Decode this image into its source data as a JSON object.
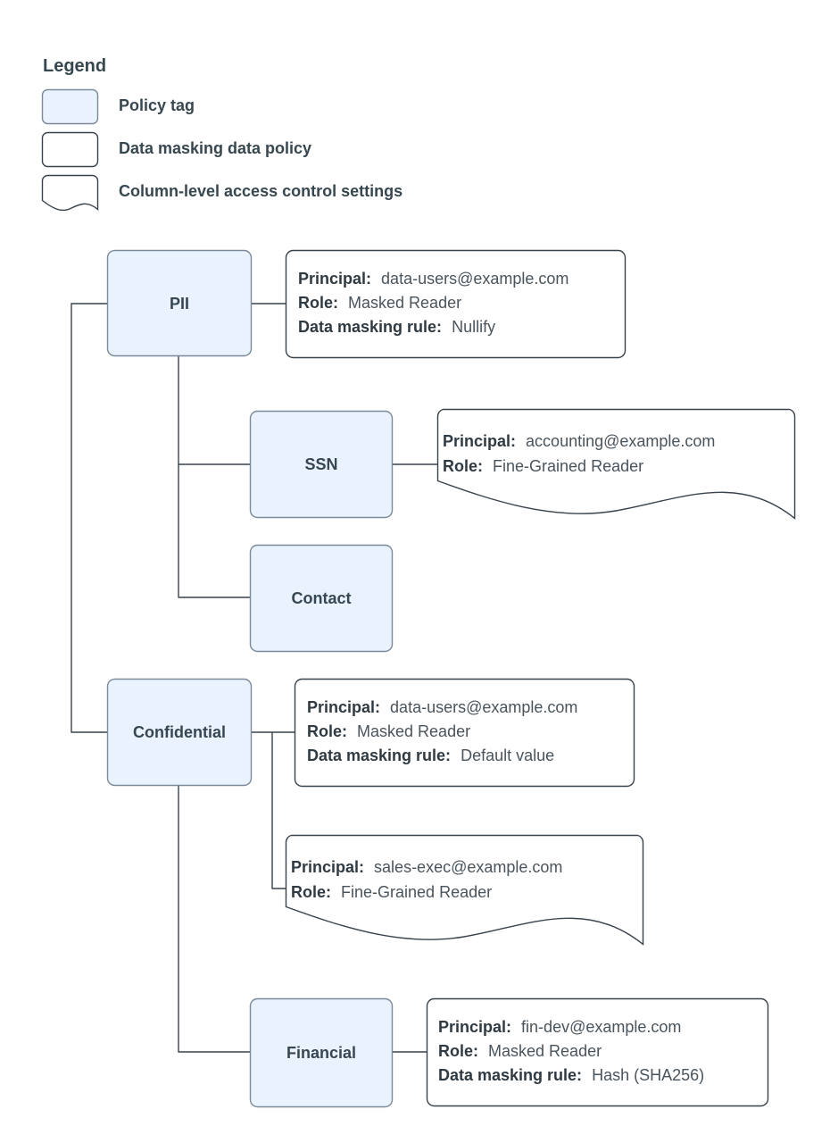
{
  "legend": {
    "title": "Legend",
    "items": [
      {
        "swatch": "policy-tag-swatch",
        "label": "Policy tag"
      },
      {
        "swatch": "data-masking-policy-swatch",
        "label": "Data masking data policy"
      },
      {
        "swatch": "column-level-access-swatch",
        "label": "Column-level access control settings"
      }
    ]
  },
  "labels": {
    "principal": "Principal:",
    "role": "Role:",
    "masking_rule": "Data masking rule:"
  },
  "colors": {
    "policy_tag_fill": "#e9f2fd",
    "policy_tag_stroke": "#7a8a99",
    "box_stroke": "#39424b",
    "text": "#37474f",
    "value_text": "#4a545c"
  },
  "nodes": [
    {
      "id": "pii",
      "label": "PII"
    },
    {
      "id": "ssn",
      "label": "SSN"
    },
    {
      "id": "contact",
      "label": "Contact"
    },
    {
      "id": "confidential",
      "label": "Confidential"
    },
    {
      "id": "financial",
      "label": "Financial"
    }
  ],
  "details": [
    {
      "id": "pii-masking-policy",
      "attached_to": "PII",
      "shape": "rounded-rect",
      "principal": "data-users@example.com",
      "role": "Masked Reader",
      "masking_rule": "Nullify"
    },
    {
      "id": "ssn-access-settings",
      "attached_to": "SSN",
      "shape": "document-wave",
      "principal": "accounting@example.com",
      "role": "Fine-Grained Reader",
      "masking_rule": null
    },
    {
      "id": "confidential-masking-policy",
      "attached_to": "Confidential",
      "shape": "rounded-rect",
      "principal": "data-users@example.com",
      "role": "Masked Reader",
      "masking_rule": "Default value"
    },
    {
      "id": "confidential-access-settings",
      "attached_to": "Confidential",
      "shape": "document-wave",
      "principal": "sales-exec@example.com",
      "role": "Fine-Grained Reader",
      "masking_rule": null
    },
    {
      "id": "financial-masking-policy",
      "attached_to": "Financial",
      "shape": "rounded-rect",
      "principal": "fin-dev@example.com",
      "role": "Masked Reader",
      "masking_rule": "Hash (SHA256)"
    }
  ]
}
